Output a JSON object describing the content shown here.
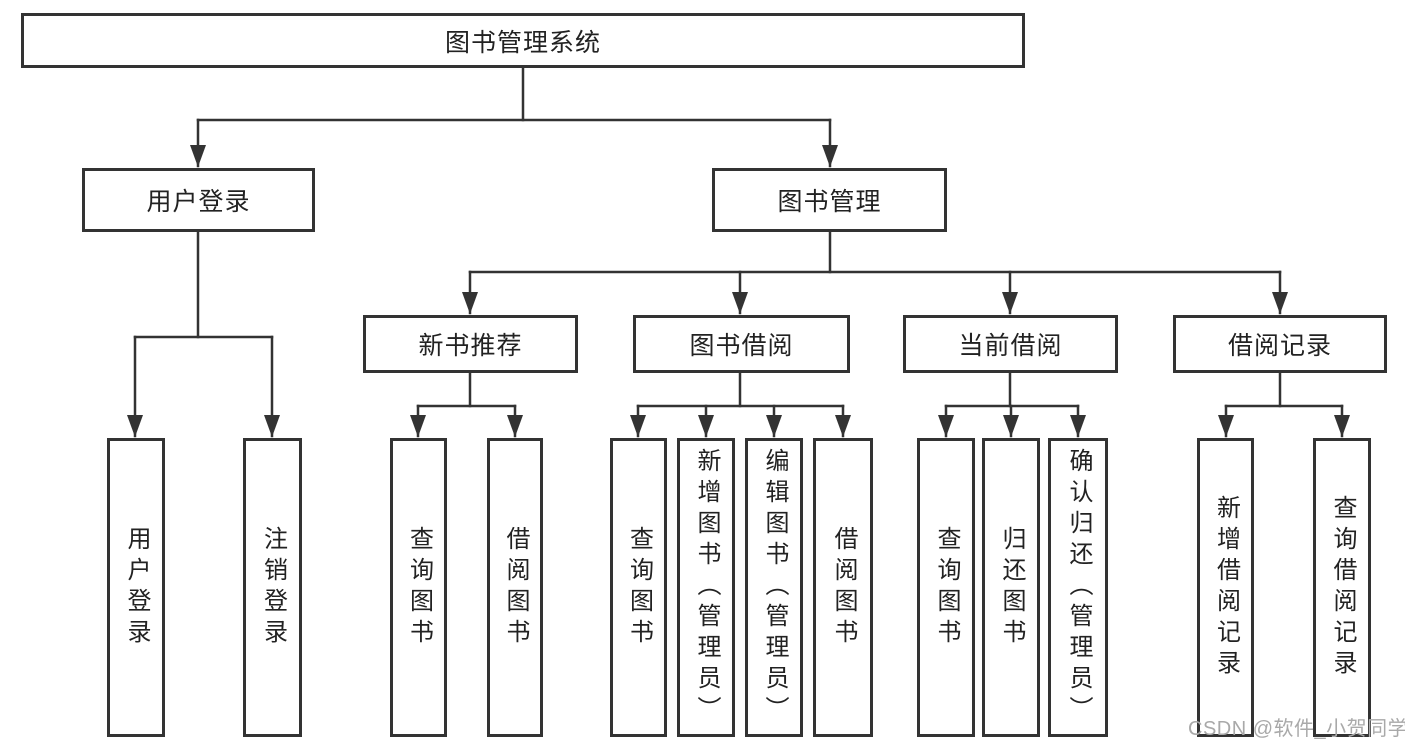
{
  "colors": {
    "line": "#333333",
    "text": "#222222",
    "bg": "#ffffff",
    "watermark": "#a9a9a9"
  },
  "watermark": "CSDN @软件_小贺同学",
  "nodes": {
    "root": "图书管理系统",
    "level2": {
      "user_login": "用户登录",
      "book_mgmt": "图书管理"
    },
    "level3": {
      "new_book_rec": "新书推荐",
      "book_borrow": "图书借阅",
      "current_borrow": "当前借阅",
      "borrow_record": "借阅记录"
    },
    "leaves": {
      "ul_login": "用户登录",
      "ul_logout": "注销登录",
      "nb_query": "查询图书",
      "nb_borrow": "借阅图书",
      "bb_query": "查询图书",
      "bb_add": "新增图书（管理员）",
      "bb_edit": "编辑图书（管理员）",
      "bb_borrow": "借阅图书",
      "cb_query": "查询图书",
      "cb_return": "归还图书",
      "cb_confirm": "确认归还（管理员）",
      "br_add": "新增借阅记录",
      "br_query": "查询借阅记录"
    }
  }
}
